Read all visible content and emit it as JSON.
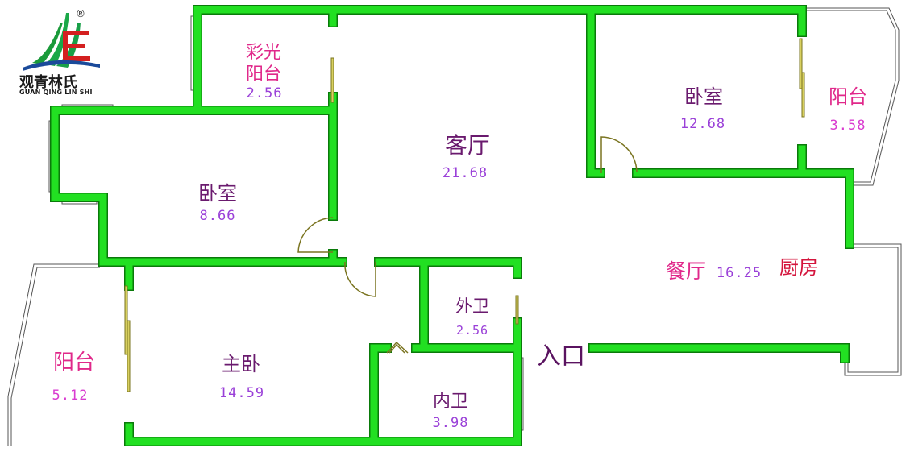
{
  "logo": {
    "brand_cn": "观青林氏",
    "brand_en": "GUAN QING LIN SHI",
    "registered": "®"
  },
  "rooms": {
    "caiguang_balcony": {
      "name_line1": "彩光",
      "name_line2": "阳台",
      "area": "2.56"
    },
    "living_room": {
      "name": "客厅",
      "area": "21.68"
    },
    "bedroom_top": {
      "name": "卧室",
      "area": "12.68"
    },
    "balcony_top": {
      "name": "阳台",
      "area": "3.58"
    },
    "bedroom_left": {
      "name": "卧室",
      "area": "8.66"
    },
    "dining": {
      "name": "餐厅",
      "area": "16.25"
    },
    "kitchen": {
      "name": "厨房"
    },
    "guest_bath": {
      "name": "外卫",
      "area": "2.56"
    },
    "entrance": {
      "name": "入口"
    },
    "balcony_bottom": {
      "name": "阳台",
      "area": "5.12"
    },
    "master_bedroom": {
      "name": "主卧",
      "area": "14.59"
    },
    "master_bath": {
      "name": "内卫",
      "area": "3.98"
    }
  },
  "colors": {
    "wall": "#22e022",
    "wall_outline": "#0a7a0a",
    "door_leaf": "#b8b030",
    "room_name": "#6a1a6e",
    "area_text": "#9a40d8",
    "balcony_text": "#e0288a",
    "kitchen_text": "#d4143c"
  }
}
